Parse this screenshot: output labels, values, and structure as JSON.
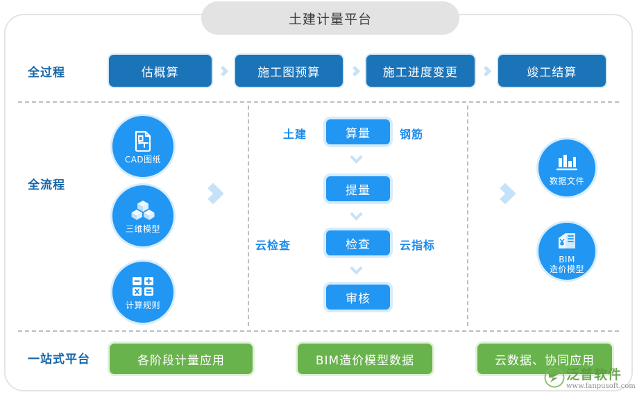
{
  "title": "土建计量平台",
  "sections": {
    "process_label": "全过程",
    "flow_label": "全流程",
    "platform_label": "一站式平台"
  },
  "process_steps": [
    {
      "label": "估概算"
    },
    {
      "label": "施工图预算"
    },
    {
      "label": "施工进度变更"
    },
    {
      "label": "竣工结算"
    }
  ],
  "inputs": [
    {
      "label": "CAD图纸",
      "icon": "cad-drawing-icon"
    },
    {
      "label": "三维模型",
      "icon": "cube-stack-icon"
    },
    {
      "label": "计算规则",
      "icon": "calculator-icon"
    }
  ],
  "center": {
    "left_tags": {
      "top": "土建",
      "bottom": "云检查"
    },
    "right_tags": {
      "top": "钢筋",
      "bottom": "云指标"
    },
    "steps": [
      {
        "label": "算量"
      },
      {
        "label": "提量"
      },
      {
        "label": "检查"
      },
      {
        "label": "审核"
      }
    ]
  },
  "outputs": [
    {
      "label": "数据文件",
      "icon": "bar-chart-icon"
    },
    {
      "label_line1": "BIM",
      "label_line2": "造价模型",
      "icon": "cost-model-icon"
    }
  ],
  "platform_items": [
    {
      "label": "各阶段计量应用"
    },
    {
      "label": "BIM造价模型数据"
    },
    {
      "label": "云数据、协同应用"
    }
  ],
  "watermark": {
    "brand": "泛普软件",
    "url": "www.fanpusoft.com"
  },
  "colors": {
    "process_blue": "#1c74b8",
    "accent_blue": "#2196f3",
    "label_blue": "#1565a8",
    "green": "#69b34c",
    "chevron_blue": "#c6e2f8",
    "title_gray": "#e3e3e3"
  }
}
